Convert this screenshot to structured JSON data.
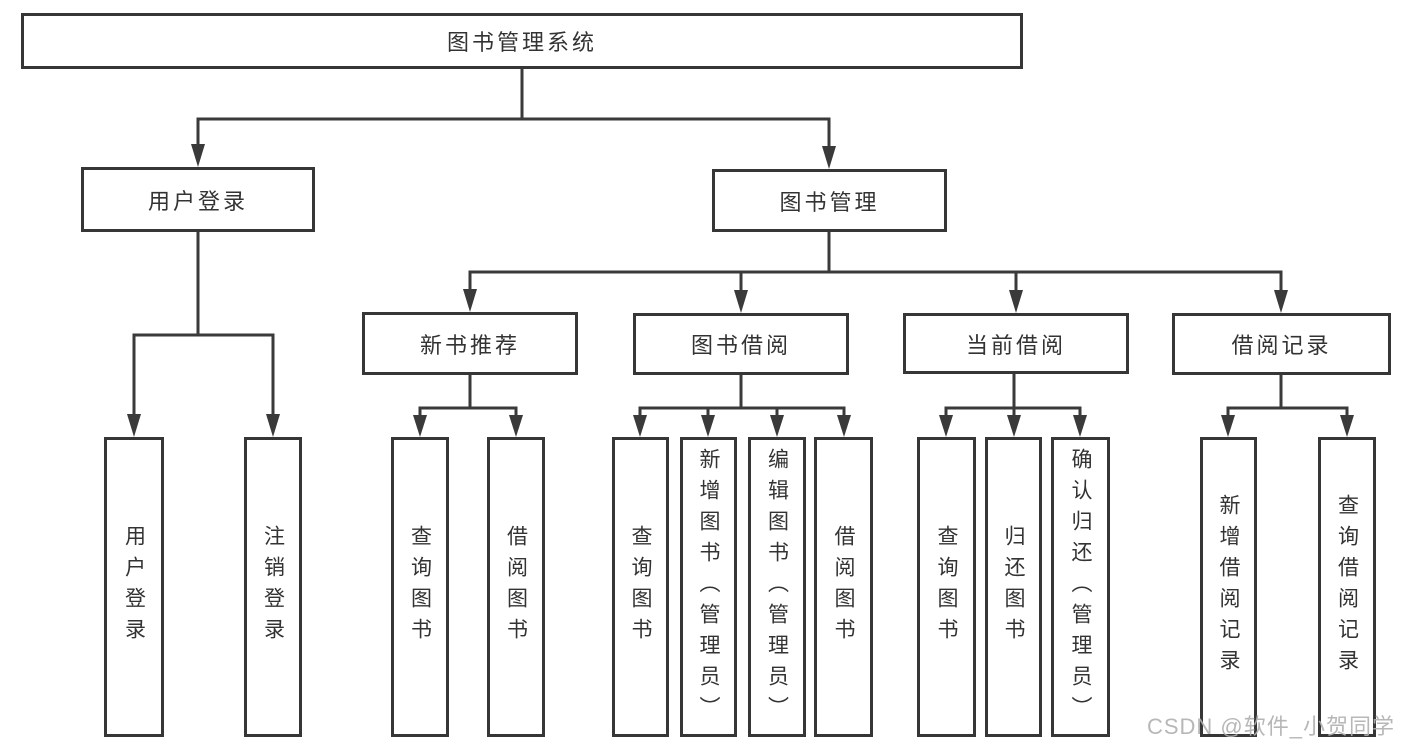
{
  "diagram": {
    "root": "图书管理系统",
    "level1": [
      {
        "label": "用户登录",
        "leaves": [
          "用户登录",
          "注销登录"
        ]
      },
      {
        "label": "图书管理",
        "sections": [
          {
            "label": "新书推荐",
            "leaves": [
              "查询图书",
              "借阅图书"
            ]
          },
          {
            "label": "图书借阅",
            "leaves": [
              "查询图书",
              "新增图书（管理员）",
              "编辑图书（管理员）",
              "借阅图书"
            ]
          },
          {
            "label": "当前借阅",
            "leaves": [
              "查询图书",
              "归还图书",
              "确认归还（管理员）"
            ]
          },
          {
            "label": "借阅记录",
            "leaves": [
              "新增借阅记录",
              "查询借阅记录"
            ]
          }
        ]
      }
    ]
  },
  "watermark": {
    "text": "CSDN @软件_小贺同学"
  },
  "colors": {
    "background": "#ffffff",
    "box_border": "#363636",
    "connector_line": "#3a3a3a",
    "text": "#333333",
    "watermark_text": "#afafaf"
  }
}
